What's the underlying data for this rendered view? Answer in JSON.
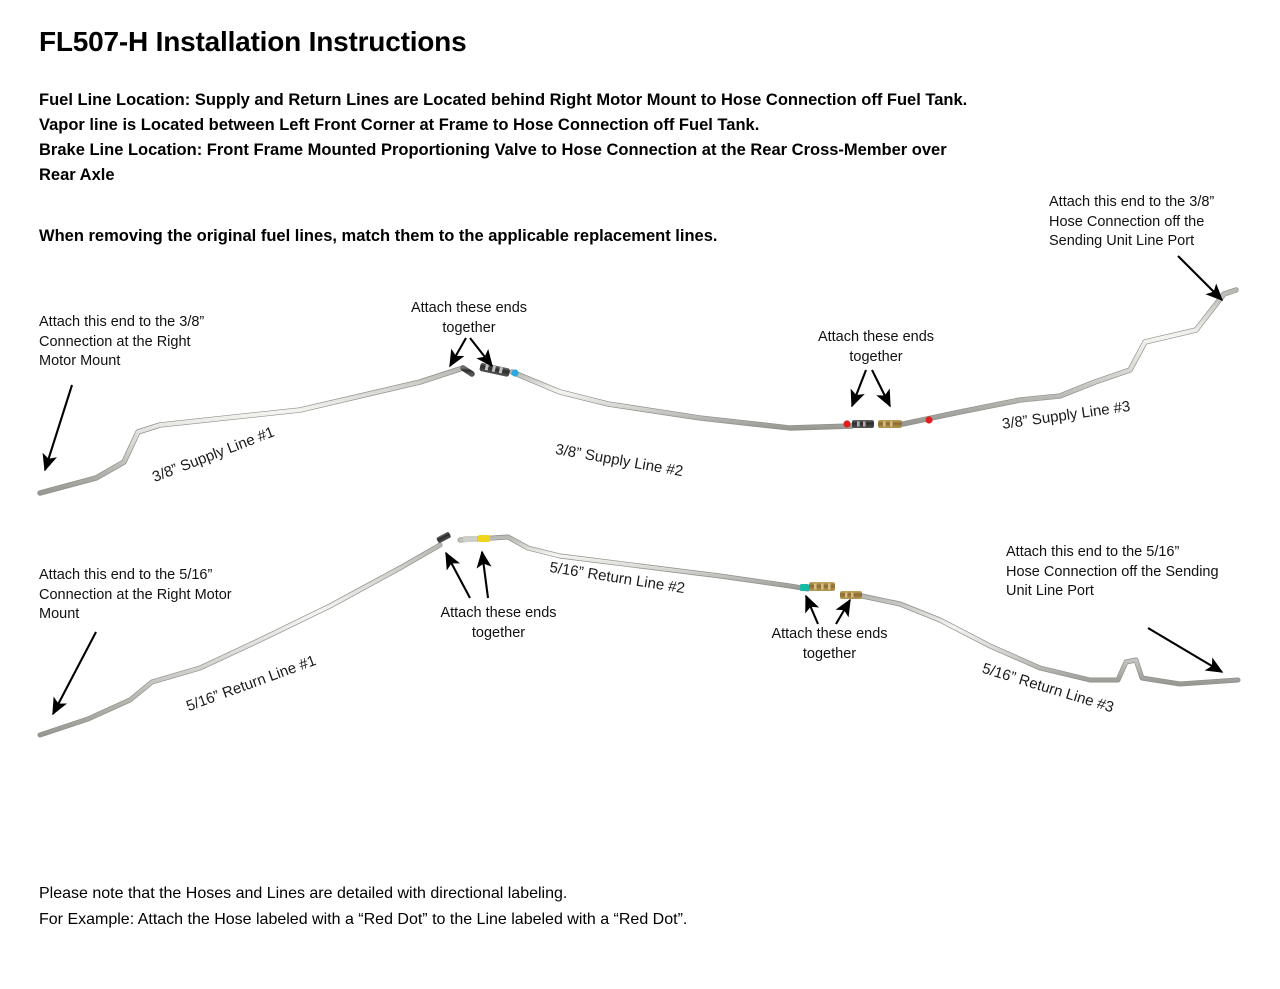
{
  "document": {
    "title": "FL507-H Installation Instructions",
    "intro_lines": [
      "Fuel Line Location:  Supply and Return Lines are Located behind Right Motor Mount to Hose Connection off Fuel Tank.",
      "Vapor line is Located between Left Front Corner at Frame to Hose Connection off Fuel Tank.",
      "Brake Line Location: Front Frame Mounted Proportioning Valve to Hose Connection at the Rear Cross-Member over",
      "Rear Axle"
    ],
    "match_note": "When removing the original fuel lines, match them to the applicable replacement lines.",
    "footer_lines": [
      "Please note that the Hoses and Lines are detailed with directional labeling.",
      "For Example: Attach the Hose labeled with a “Red Dot” to the Line labeled with a “Red Dot”."
    ]
  },
  "callouts": {
    "supply_left": "Attach this end to the 3/8”\nConnection at the Right\nMotor Mount",
    "supply_mid1": "Attach these ends\ntogether",
    "supply_mid2": "Attach these ends\ntogether",
    "supply_right": "Attach this end to the 3/8”\nHose Connection off the\nSending Unit Line Port",
    "return_left": "Attach this end to the 5/16”\nConnection at the Right Motor\nMount",
    "return_mid1": "Attach these ends\ntogether",
    "return_mid2": "Attach these ends\ntogether",
    "return_right": "Attach this end to the 5/16”\nHose Connection off the Sending\nUnit Line Port"
  },
  "pipe_labels": {
    "supply_1": "3/8” Supply Line #1",
    "supply_2": "3/8” Supply Line #2",
    "supply_3": "3/8” Supply Line #3",
    "return_1": "5/16” Return Line #1",
    "return_2": "5/16” Return Line #2",
    "return_3": "5/16” Return Line #3"
  },
  "colors": {
    "tube_body": "#cfcfcb",
    "tube_edge": "#9a9a95",
    "tube_highlight": "#f2f2ef",
    "fitting_dark": "#3b3b3b",
    "fitting_brass": "#9c7b3f",
    "marker_red": "#e02020",
    "marker_blue": "#2aa8e0",
    "marker_yellow": "#f2d41a",
    "marker_teal": "#17b9a8",
    "arrow": "#000000",
    "text": "#000000"
  },
  "dot_markers": [
    {
      "name": "supply-line-2-blue-dot",
      "color": "#2aa8e0"
    },
    {
      "name": "supply-line-2-red-dot",
      "color": "#e02020"
    },
    {
      "name": "supply-line-3-red-dot",
      "color": "#e02020"
    },
    {
      "name": "return-line-2-yellow-dot",
      "color": "#f2d41a"
    },
    {
      "name": "return-line-2-teal-dot",
      "color": "#17b9a8"
    }
  ]
}
